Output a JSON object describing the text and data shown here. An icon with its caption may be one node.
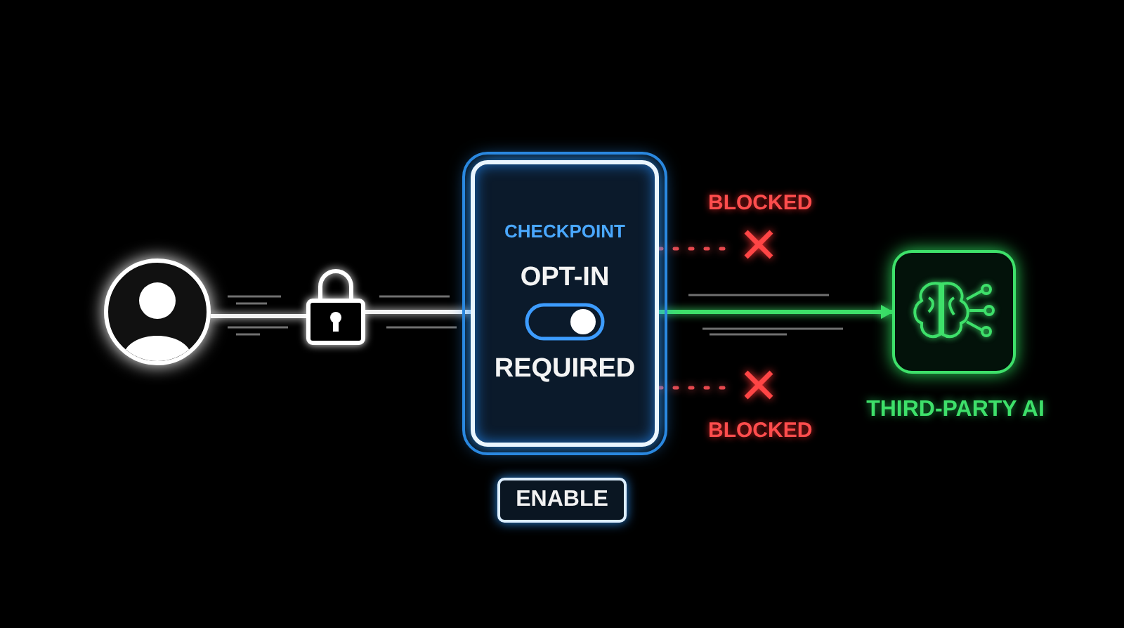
{
  "diagram": {
    "nodes": [
      {
        "text": [],
        "shape": "person"
      },
      {
        "text": [],
        "shape": "lock"
      },
      {
        "text": [
          "CHECKPOINT",
          "OPT-IN",
          "REQUIRED"
        ]
      },
      {
        "text": [
          "THIRD-PARTY AI"
        ]
      },
      {
        "text": [
          "BLOCKED"
        ]
      },
      {
        "text": [
          "BLOCKED"
        ]
      },
      {
        "text": [
          "ENABLE"
        ]
      }
    ],
    "edges": [
      {
        "from": 0,
        "to": 1,
        "arrow": "none"
      },
      {
        "from": 1,
        "to": 2,
        "arrow": "none"
      },
      {
        "from": 2,
        "to": 3,
        "arrow": "to",
        "color": "#3ee06a"
      },
      {
        "from": 2,
        "to": 4,
        "arrow": "none",
        "style": "dashed",
        "color": "#e5484d"
      },
      {
        "from": 2,
        "to": 5,
        "arrow": "none",
        "style": "dashed",
        "color": "#e5484d"
      }
    ]
  }
}
